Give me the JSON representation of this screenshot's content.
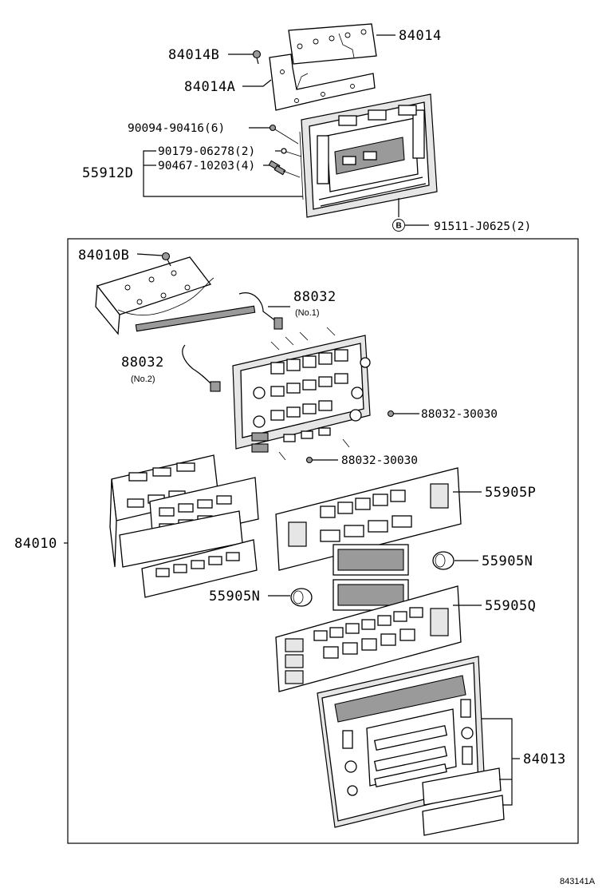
{
  "diagram_code": "843141A",
  "callouts": {
    "p84014": "84014",
    "p84014B": "84014B",
    "p84014A": "84014A",
    "p90094": "90094-90416(6)",
    "p90179": "90179-06278(2)",
    "p90467": "90467-10203(4)",
    "p55912D": "55912D",
    "circle_b": "B",
    "p91511": "91511-J0625(2)",
    "p84010B": "84010B",
    "p88032_1": "88032",
    "p88032_1_sub": "(No.1)",
    "p88032_2": "88032",
    "p88032_2_sub": "(No.2)",
    "p88032_30030_a": "88032-30030",
    "p88032_30030_b": "88032-30030",
    "p84010": "84010",
    "p55905P": "55905P",
    "p55905N_right": "55905N",
    "p55905N_left": "55905N",
    "p55905Q": "55905Q",
    "p84013": "84013"
  }
}
